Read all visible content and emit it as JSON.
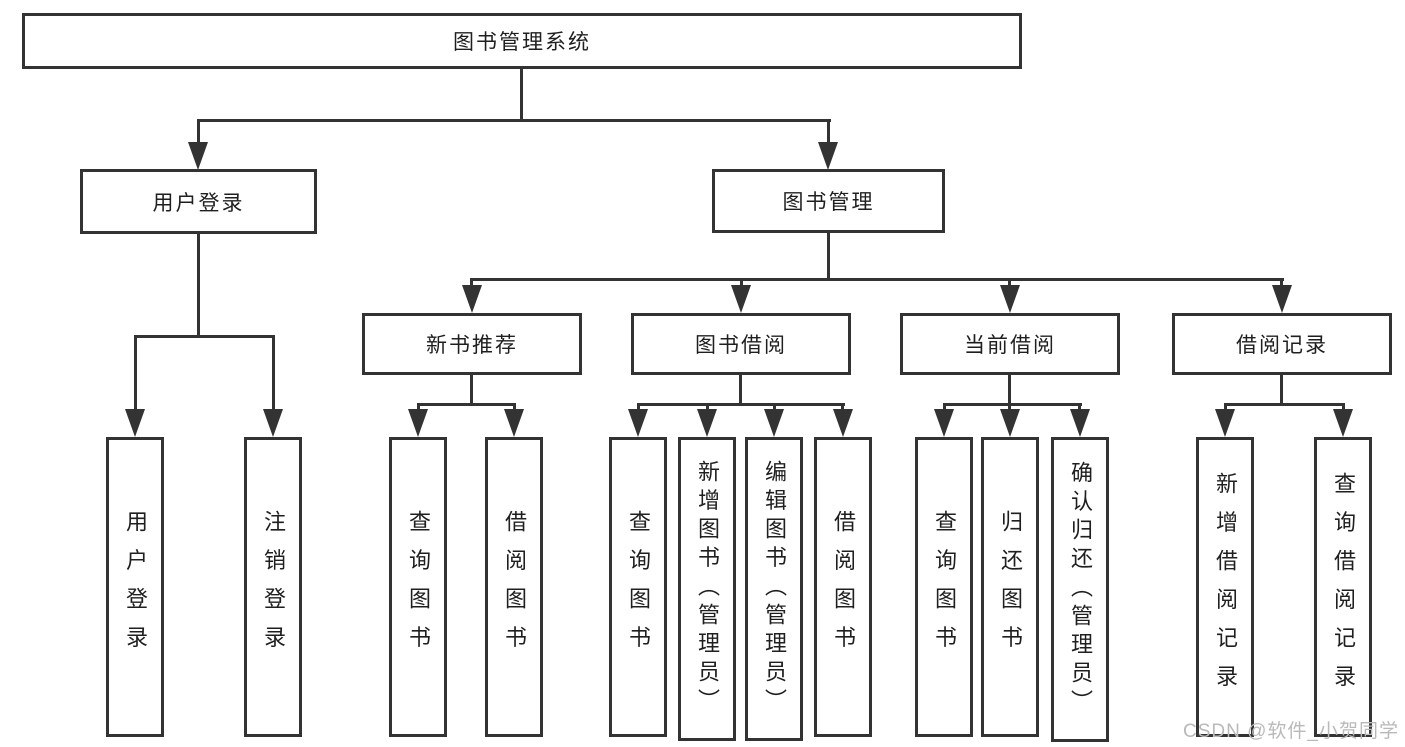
{
  "diagram": {
    "root": {
      "label": "图书管理系统"
    },
    "branches": [
      {
        "label": "用户登录",
        "children": [
          {
            "label": "用户登录"
          },
          {
            "label": "注销登录"
          }
        ]
      },
      {
        "label": "图书管理",
        "children": [
          {
            "label": "新书推荐",
            "children": [
              {
                "label": "查询图书"
              },
              {
                "label": "借阅图书"
              }
            ]
          },
          {
            "label": "图书借阅",
            "children": [
              {
                "label": "查询图书"
              },
              {
                "label": "新增图书（管理员）"
              },
              {
                "label": "编辑图书（管理员）"
              },
              {
                "label": "借阅图书"
              }
            ]
          },
          {
            "label": "当前借阅",
            "children": [
              {
                "label": "查询图书"
              },
              {
                "label": "归还图书"
              },
              {
                "label": "确认归还（管理员）"
              }
            ]
          },
          {
            "label": "借阅记录",
            "children": [
              {
                "label": "新增借阅记录"
              },
              {
                "label": "查询借阅记录"
              }
            ]
          }
        ]
      }
    ]
  },
  "watermark": {
    "text": "CSDN @软件_小贺同学"
  },
  "colors": {
    "line": "#333333",
    "text": "#1f1f1f",
    "background": "#ffffff",
    "watermark": "#b9b9b9"
  }
}
